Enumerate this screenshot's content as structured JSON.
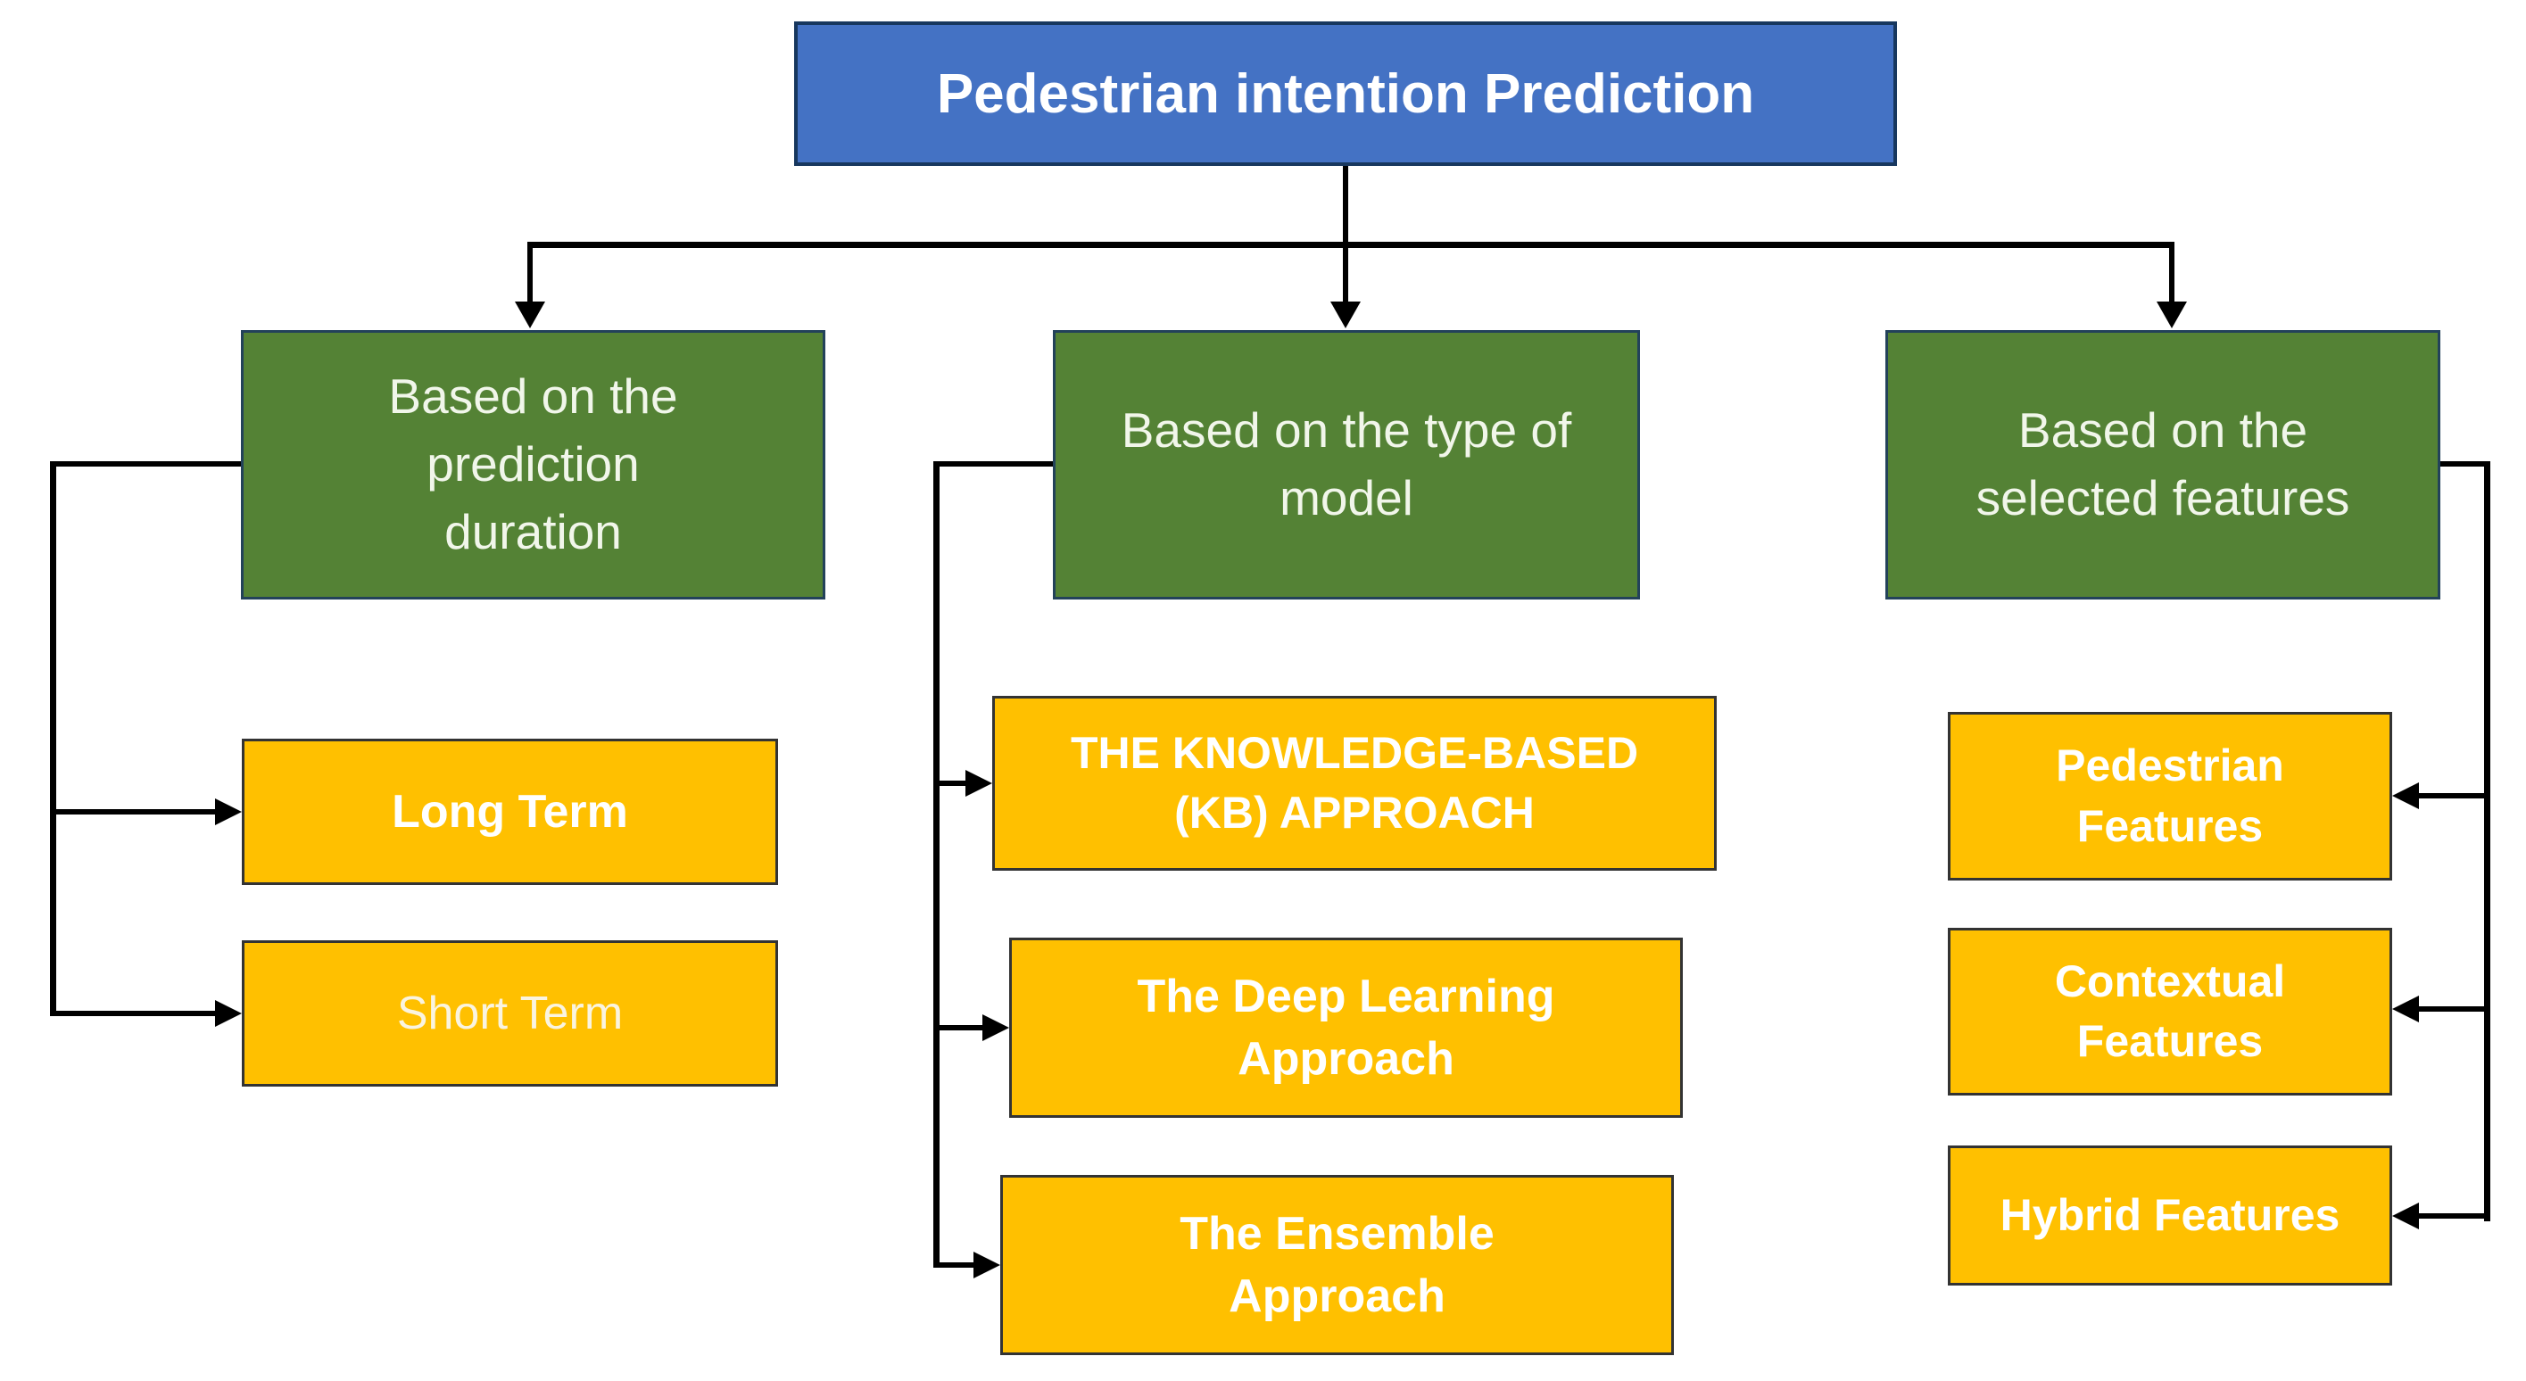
{
  "diagram": {
    "root": {
      "label": "Pedestrian intention Prediction"
    },
    "branches": [
      {
        "label": "Based on the prediction duration",
        "children": [
          "Long Term",
          "Short Term"
        ]
      },
      {
        "label": "Based on the type of model",
        "children": [
          "THE KNOWLEDGE-BASED (KB) APPROACH",
          "The Deep Learning Approach",
          "The Ensemble Approach"
        ]
      },
      {
        "label": "Based on the selected features",
        "children": [
          "Pedestrian Features",
          "Contextual Features",
          "Hybrid Features"
        ]
      }
    ]
  },
  "colors": {
    "root-fill": "#4472c4",
    "root-border": "#17375e",
    "branch-fill": "#548235",
    "branch-border": "#23425a",
    "child-fill": "#ffc000",
    "child-border": "#333333",
    "connector": "#000000",
    "text": "#ffffff",
    "canvas": "#ffffff"
  }
}
